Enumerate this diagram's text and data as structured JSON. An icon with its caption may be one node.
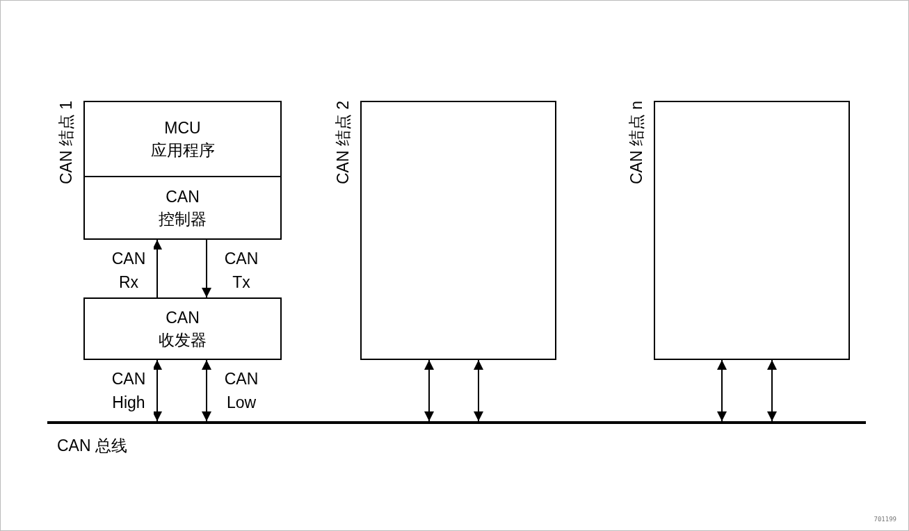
{
  "diagram": {
    "nodes": [
      {
        "text": [
          "MCU",
          "应用程序"
        ],
        "beside": [
          "CAN 结点 1"
        ]
      },
      {
        "text": [
          "CAN",
          "控制器"
        ]
      },
      {
        "text": [
          "CAN",
          "收发器"
        ]
      },
      {
        "text": [],
        "shape": "box",
        "beside": [
          "CAN 结点 2"
        ]
      },
      {
        "text": [],
        "shape": "box",
        "beside": [
          "CAN 结点 n"
        ]
      },
      {
        "text": [
          "CAN 总线"
        ]
      }
    ],
    "edges": [
      {
        "from": 2,
        "to": 1,
        "arrow": "to",
        "label": "CAN Rx"
      },
      {
        "from": 1,
        "to": 2,
        "arrow": "to",
        "label": "CAN Tx"
      },
      {
        "from": 2,
        "to": 5,
        "arrow": "both",
        "label": "CAN High"
      },
      {
        "from": 2,
        "to": 5,
        "arrow": "both",
        "label": "CAN Low"
      },
      {
        "from": 3,
        "to": 5,
        "arrow": "both"
      },
      {
        "from": 3,
        "to": 5,
        "arrow": "both"
      },
      {
        "from": 4,
        "to": 5,
        "arrow": "both"
      },
      {
        "from": 4,
        "to": 5,
        "arrow": "both"
      }
    ],
    "labels": [
      "701199"
    ]
  }
}
